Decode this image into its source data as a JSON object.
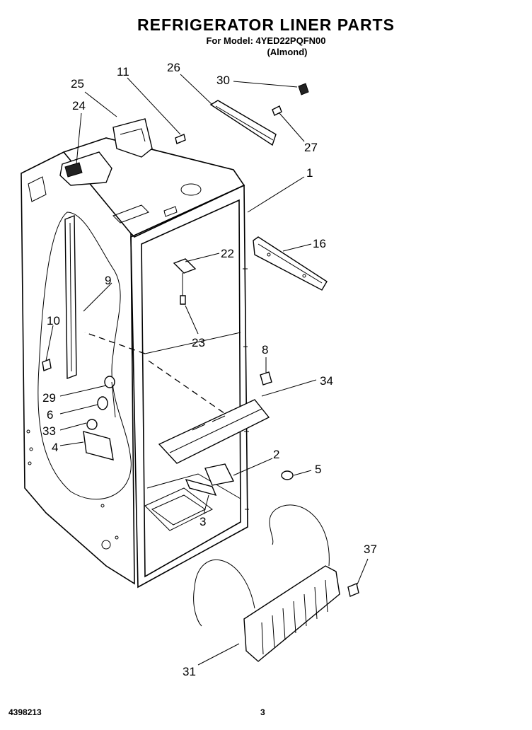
{
  "header": {
    "title": "REFRIGERATOR LINER PARTS",
    "model_line": "For Model: 4YED22PQFN00",
    "variant": "(Almond)"
  },
  "callouts": [
    "1",
    "2",
    "3",
    "4",
    "5",
    "6",
    "8",
    "9",
    "10",
    "11",
    "16",
    "22",
    "23",
    "24",
    "25",
    "26",
    "27",
    "29",
    "30",
    "31",
    "33",
    "34",
    "37"
  ],
  "footer": {
    "part_number": "4398213",
    "page": "3"
  }
}
